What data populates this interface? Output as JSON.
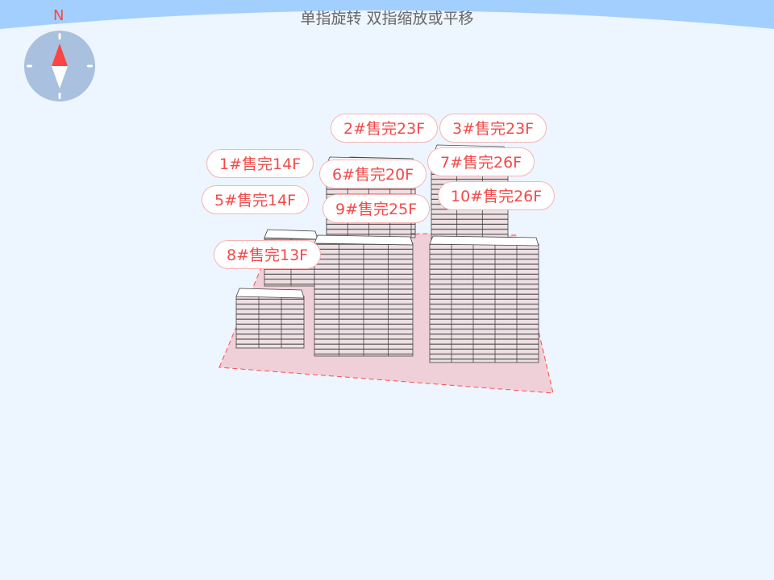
{
  "hint": "单指旋转 双指缩放或平移",
  "compass": {
    "north_label": "N",
    "icon": "compass-icon"
  },
  "colors": {
    "sky": "#a3cfff",
    "background": "#edf5ff",
    "ground": "#f0d0d8",
    "ground_border": "#ff4d4d",
    "label_text": "#f24a4a",
    "label_border": "#f7b3b3"
  },
  "buildings": [
    {
      "id": "2",
      "label": "2#售完23F"
    },
    {
      "id": "3",
      "label": "3#售完23F"
    },
    {
      "id": "7",
      "label": "7#售完26F"
    },
    {
      "id": "1",
      "label": "1#售完14F"
    },
    {
      "id": "6",
      "label": "6#售完20F"
    },
    {
      "id": "5",
      "label": "5#售完14F"
    },
    {
      "id": "9",
      "label": "9#售完25F"
    },
    {
      "id": "10",
      "label": "10#售完26F"
    },
    {
      "id": "8",
      "label": "8#售完13F"
    }
  ]
}
